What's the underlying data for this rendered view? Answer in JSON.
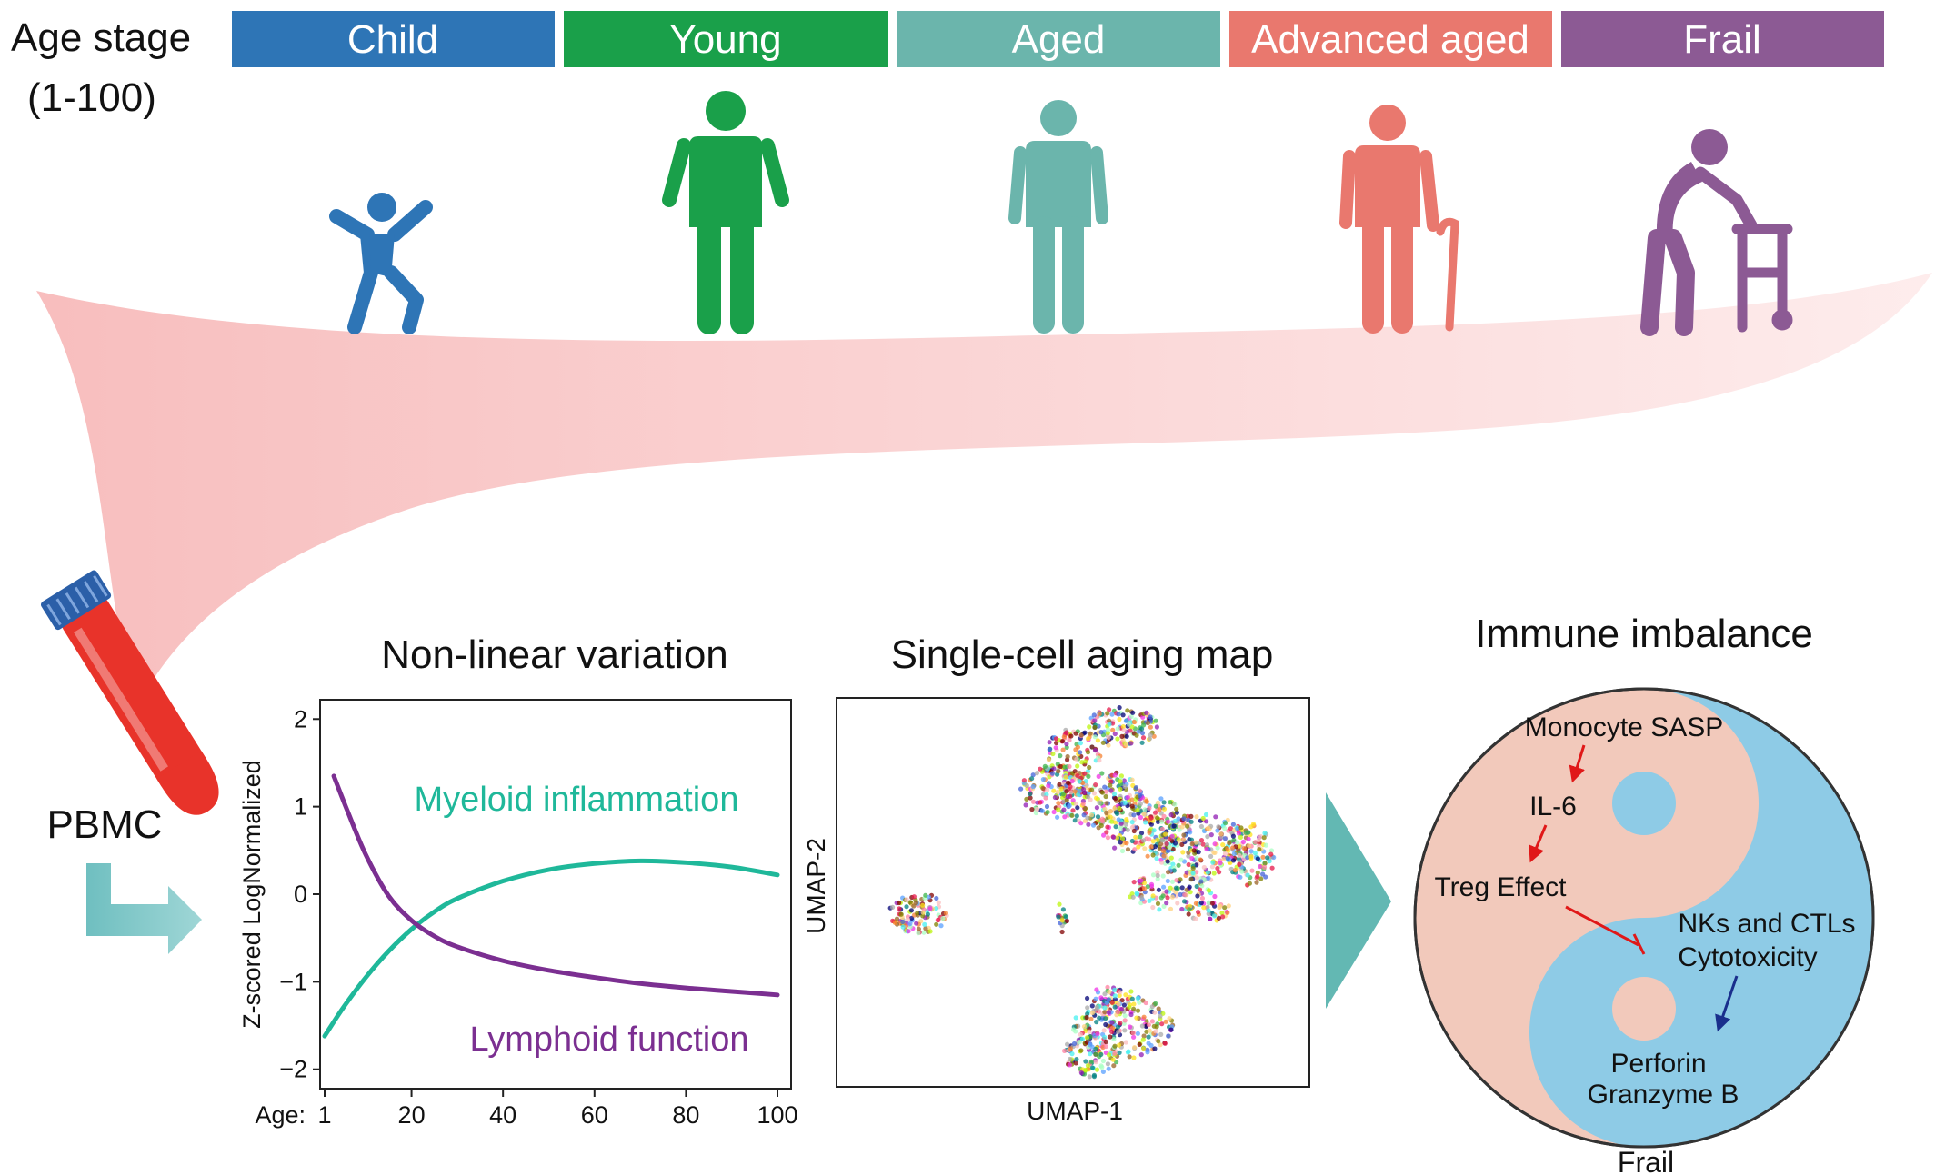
{
  "header": {
    "age_stage_label": "Age stage",
    "age_range_label": "(1-100)"
  },
  "stages": [
    {
      "label": "Child",
      "color": "#2e75b6"
    },
    {
      "label": "Young",
      "color": "#1aa04a"
    },
    {
      "label": "Aged",
      "color": "#6bb5ac"
    },
    {
      "label": "Advanced aged",
      "color": "#e9786e"
    },
    {
      "label": "Frail",
      "color": "#8c5a94"
    }
  ],
  "sample": {
    "label": "PBMC",
    "tube_color": "#e8332a",
    "cap_color": "#2b5fa8"
  },
  "panels": {
    "nonlinear_title": "Non-linear variation",
    "map_title": "Single-cell aging map",
    "imbalance_title": "Immune imbalance"
  },
  "chart_data": {
    "type": "line",
    "xlabel_prefix": "Age:",
    "ylabel": "Z-scored LogNormalized",
    "xlim": [
      1,
      100
    ],
    "ylim": [
      -2.2,
      2.2
    ],
    "x_ticks": [
      1,
      20,
      40,
      60,
      80,
      100
    ],
    "y_ticks": [
      2,
      1,
      0,
      -1,
      -2
    ],
    "y_tick_labels": [
      "2",
      "1",
      "0",
      "−1",
      "−2"
    ],
    "series": [
      {
        "name": "Myeloid inflammation",
        "color": "#1fb89a",
        "x": [
          1,
          5,
          10,
          15,
          20,
          25,
          30,
          40,
          50,
          60,
          70,
          80,
          90,
          100
        ],
        "y": [
          -1.62,
          -1.3,
          -0.95,
          -0.65,
          -0.4,
          -0.2,
          -0.05,
          0.15,
          0.28,
          0.35,
          0.38,
          0.36,
          0.31,
          0.22
        ]
      },
      {
        "name": "Lymphoid function",
        "color": "#7b2f91",
        "x": [
          3,
          6,
          10,
          15,
          20,
          25,
          30,
          40,
          50,
          60,
          70,
          80,
          90,
          100
        ],
        "y": [
          1.35,
          0.95,
          0.45,
          -0.02,
          -0.3,
          -0.48,
          -0.6,
          -0.76,
          -0.87,
          -0.95,
          -1.02,
          -1.07,
          -1.11,
          -1.15
        ]
      }
    ]
  },
  "umap": {
    "xlabel": "UMAP-1",
    "ylabel": "UMAP-2"
  },
  "yinyang": {
    "left_color": "#f2c9bb",
    "right_color": "#8ecbe6",
    "monocyte": "Monocyte SASP",
    "il6": "IL-6",
    "treg": "Treg Effect",
    "nk_line1": "NKs and CTLs",
    "nk_line2": "Cytotoxicity",
    "perforin": "Perforin",
    "granzyme": "Granzyme B",
    "frail": "Frail"
  }
}
